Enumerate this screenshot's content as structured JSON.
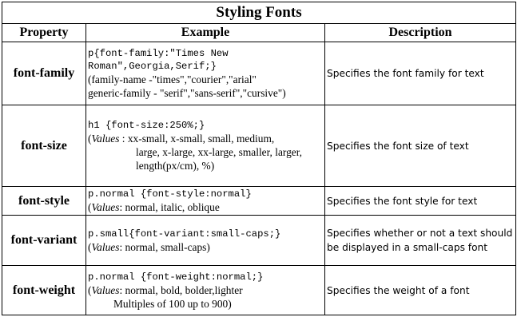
{
  "table": {
    "title": "Styling Fonts",
    "headers": {
      "property": "Property",
      "example": "Example",
      "description": "Description"
    },
    "rows": [
      {
        "property": "font-family",
        "code": "p{font-family:\"Times New Roman\",Georgia,Serif;}",
        "text1": "(family-name -\"times\",\"courier\",\"arial\"",
        "text2": "generic-family - \"serif\",\"sans-serif\",\"cursive\")",
        "description": "Specifies the font family for text"
      },
      {
        "property": "font-size",
        "code": "h1 {font-size:250%;}",
        "open": "(",
        "values_label": "Values",
        "text1": " : xx-small, x-small, small, medium,",
        "text2": "large, x-large, xx-large, smaller, larger,",
        "text3": "length(px/cm), %)",
        "description": "Specifies the font size of text"
      },
      {
        "property": "font-style",
        "code": "p.normal {font-style:normal}",
        "open": "(",
        "values_label": "Values",
        "text1": ": normal, italic, oblique",
        "description": "Specifies the font style for text"
      },
      {
        "property": "font-variant",
        "code": "p.small{font-variant:small-caps;}",
        "open": "(",
        "values_label": "Values",
        "text1": ": normal, small-caps)",
        "description": "Specifies whether or not a text should be displayed in a small-caps font"
      },
      {
        "property": "font-weight",
        "code": "p.normal {font-weight:normal;}",
        "open": "(",
        "values_label": "Values",
        "text1": ": normal, bold, bolder,lighter",
        "text2": "Multiples of 100 up to 900)",
        "description": "Specifies the weight of a font"
      }
    ]
  }
}
